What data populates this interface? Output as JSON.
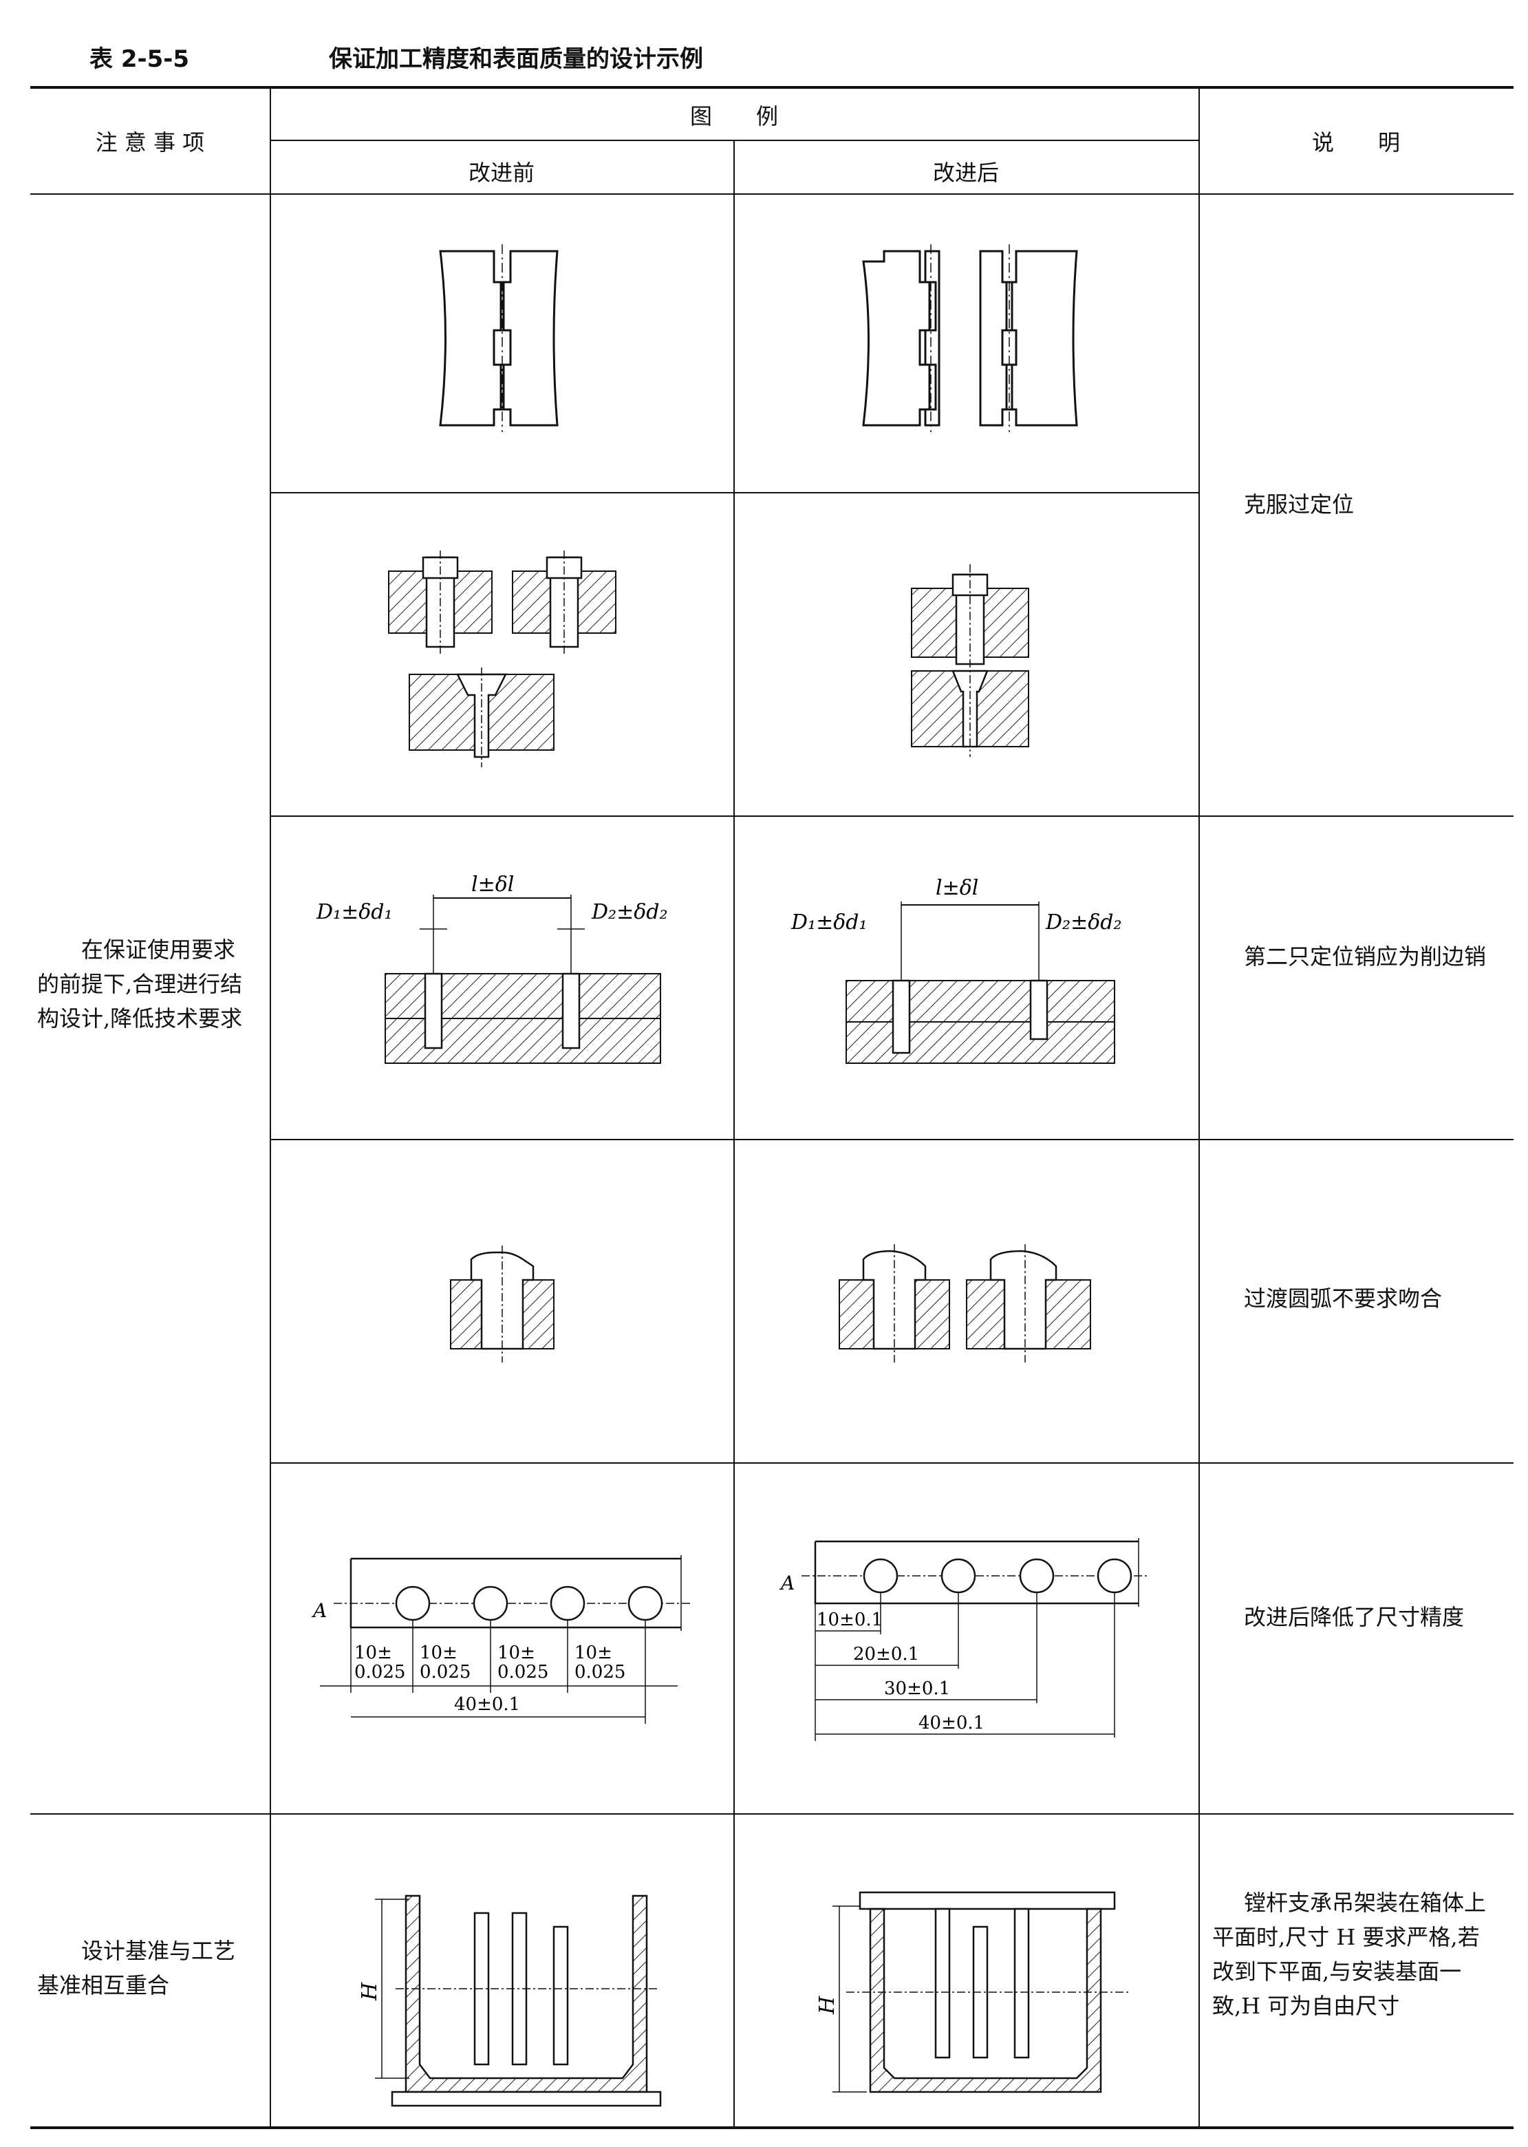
{
  "table": {
    "number": "表 2-5-5",
    "title": "保证加工精度和表面质量的设计示例",
    "headers": {
      "attention": "注 意 事 项",
      "figure": "图　　例",
      "before": "改进前",
      "after": "改进后",
      "explain": "说　　明"
    }
  },
  "groups": [
    {
      "text": "在保证使用要求的前提下,合理进行结构设计,降低技术要求"
    },
    {
      "text": "设计基准与工艺基准相互重合"
    }
  ],
  "notes": [
    "克服过定位",
    "第二只定位销应为削边销",
    "过渡圆弧不要求吻合",
    "改进后降低了尺寸精度",
    "镗杆支承吊架装在箱体上平面时,尺寸 H 要求严格,若改到下平面,与安装基面一致,H 可为自由尺寸"
  ],
  "figures": {
    "pins": {
      "tol": "l±δl",
      "d1": "D₁±δd₁",
      "d2": "D₂±δd₂"
    },
    "holes_before": {
      "ref": "A",
      "spans": [
        "10±",
        "10±",
        "10±",
        "10±"
      ],
      "spans2": [
        "0.025",
        "0.025",
        "0.025",
        "0.025"
      ],
      "total": "40±0.1"
    },
    "holes_after": {
      "ref": "A",
      "dims": [
        "10±0.1",
        "20±0.1",
        "30±0.1",
        "40±0.1"
      ]
    },
    "housing": {
      "label": "H"
    }
  }
}
